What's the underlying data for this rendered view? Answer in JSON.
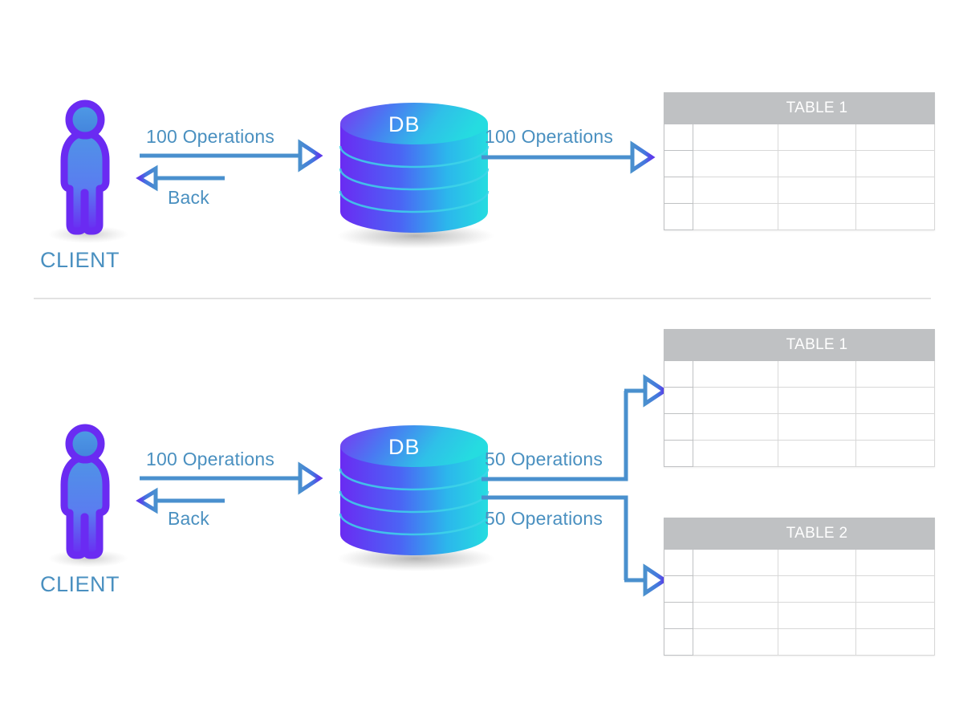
{
  "diagram": {
    "title_top": "",
    "colors": {
      "arrow_blue": "#4A90CE",
      "arrow_tip_purple": "#5B3BEA",
      "text_blue": "#4A90C0",
      "person_outline": "#6A2BF2",
      "person_fill_blue": "#4A90E2",
      "db_purple": "#6A2BF2",
      "db_cyan": "#25DCE0",
      "table_header_gray": "#bfc1c3",
      "divider_gray": "#e2e2e2"
    },
    "sections": [
      {
        "id": "top",
        "client": {
          "label": "CLIENT",
          "icon": "person-icon"
        },
        "database": {
          "label": "DB",
          "icon": "database-cylinder-icon"
        },
        "request_arrow": {
          "label": "100 Operations",
          "direction": "right"
        },
        "response_arrow": {
          "label": "Back",
          "direction": "left"
        },
        "db_to_table_arrows": [
          {
            "label": "100 Operations",
            "target": "TABLE 1"
          }
        ],
        "tables": [
          {
            "title": "TABLE 1",
            "header_cells": [
              "",
              "",
              "TABLE 1",
              ""
            ],
            "rows": [
              [
                "",
                "",
                "",
                ""
              ],
              [
                "",
                "",
                "",
                ""
              ],
              [
                "",
                "",
                "",
                ""
              ],
              [
                "",
                "",
                "",
                ""
              ]
            ]
          }
        ]
      },
      {
        "id": "bottom",
        "client": {
          "label": "CLIENT",
          "icon": "person-icon"
        },
        "database": {
          "label": "DB",
          "icon": "database-cylinder-icon"
        },
        "request_arrow": {
          "label": "100 Operations",
          "direction": "right"
        },
        "response_arrow": {
          "label": "Back",
          "direction": "left"
        },
        "db_to_table_arrows": [
          {
            "label": "50 Operations",
            "target": "TABLE 1"
          },
          {
            "label": "50 Operations",
            "target": "TABLE 2"
          }
        ],
        "tables": [
          {
            "title": "TABLE 1",
            "header_cells": [
              "",
              "",
              "TABLE 1",
              ""
            ],
            "rows": [
              [
                "",
                "",
                "",
                ""
              ],
              [
                "",
                "",
                "",
                ""
              ],
              [
                "",
                "",
                "",
                ""
              ],
              [
                "",
                "",
                "",
                ""
              ]
            ]
          },
          {
            "title": "TABLE 2",
            "header_cells": [
              "",
              "",
              "TABLE 2",
              ""
            ],
            "rows": [
              [
                "",
                "",
                "",
                ""
              ],
              [
                "",
                "",
                "",
                ""
              ],
              [
                "",
                "",
                "",
                ""
              ],
              [
                "",
                "",
                "",
                ""
              ]
            ]
          }
        ]
      }
    ]
  }
}
